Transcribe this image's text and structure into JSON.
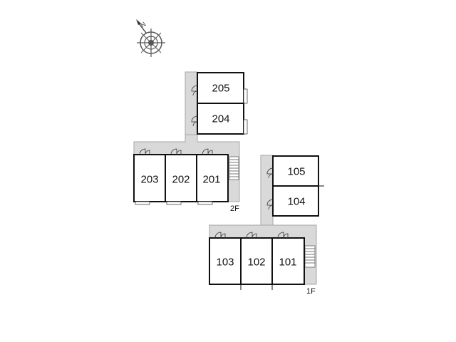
{
  "compass": {
    "north_label": "N",
    "icon": "compass-rose-icon"
  },
  "floors": [
    {
      "label": "2F",
      "units": [
        "205",
        "204",
        "203",
        "202",
        "201"
      ]
    },
    {
      "label": "1F",
      "units": [
        "105",
        "104",
        "103",
        "102",
        "101"
      ]
    }
  ],
  "colors": {
    "corridor": "#d9d9d9",
    "walls": "#111111"
  }
}
